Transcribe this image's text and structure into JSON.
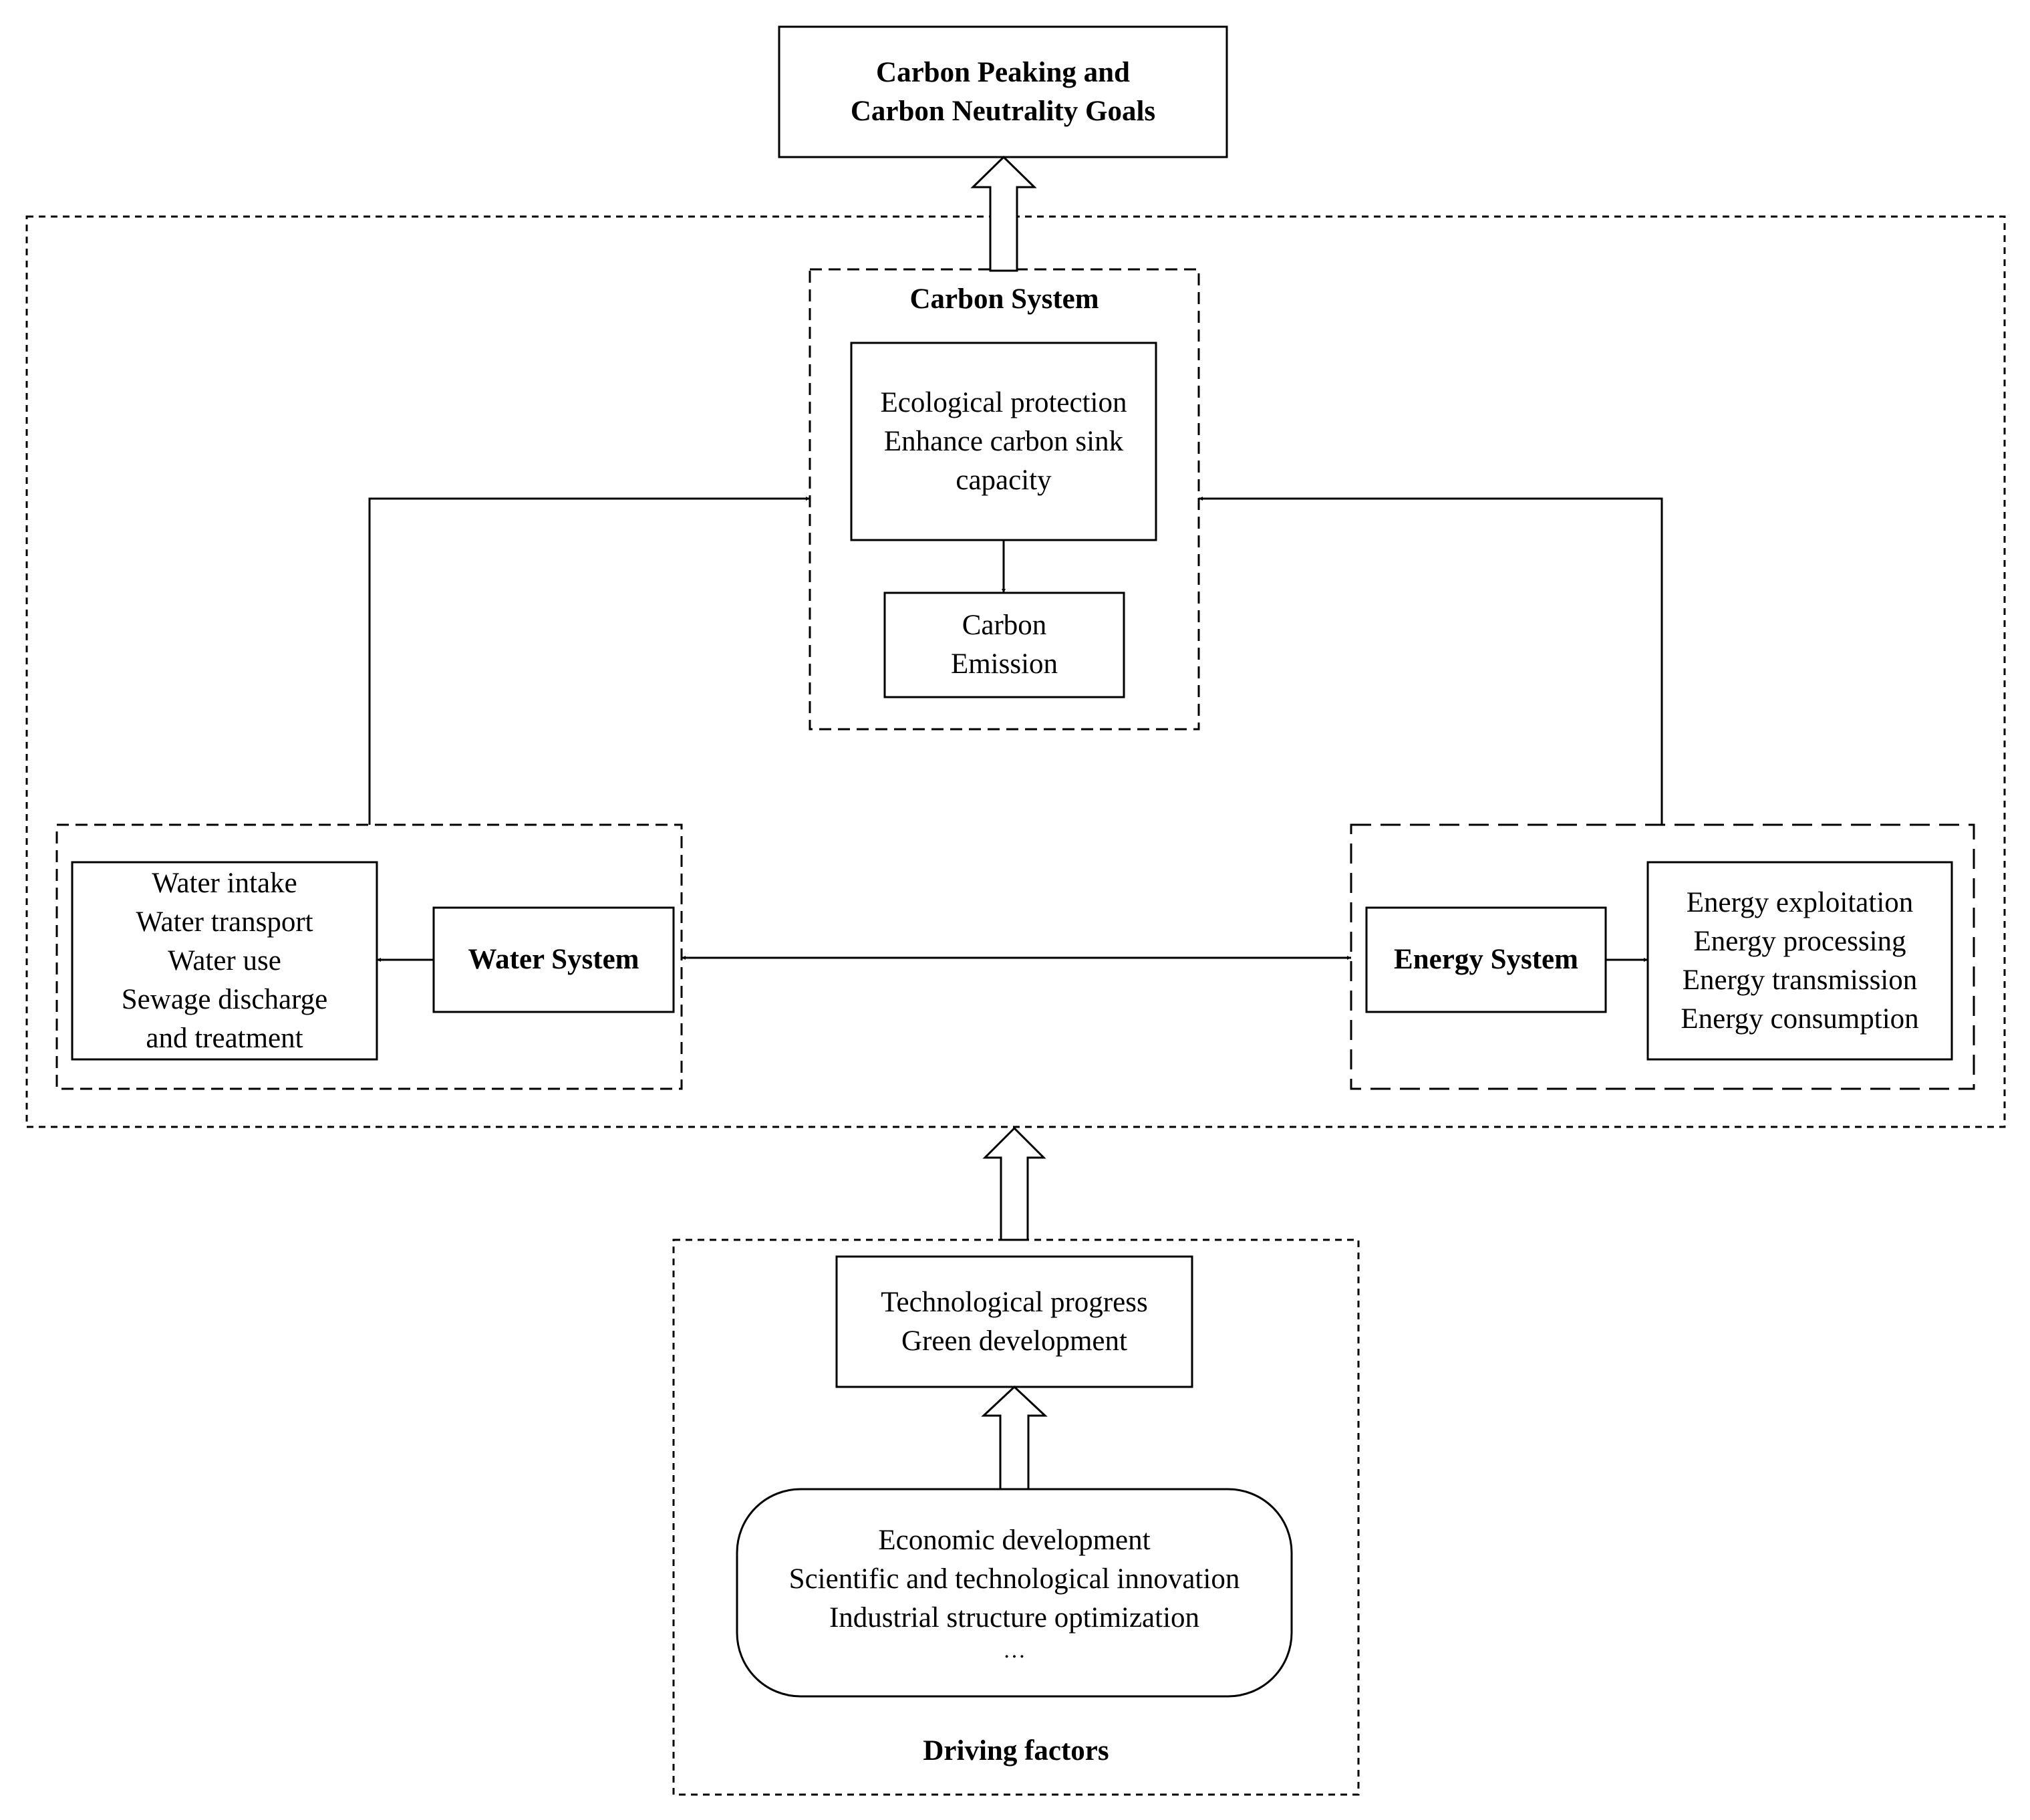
{
  "goal": {
    "lines": [
      "Carbon Peaking and",
      "Carbon Neutrality Goals"
    ]
  },
  "carbon_system": {
    "title": "Carbon System",
    "sink": [
      "Ecological protection",
      "Enhance carbon sink",
      "capacity"
    ],
    "emission": [
      "Carbon",
      "Emission"
    ]
  },
  "water_system": {
    "title": "Water System",
    "items": [
      "Water intake",
      "Water transport",
      "Water use",
      "Sewage discharge",
      "and treatment"
    ]
  },
  "energy_system": {
    "title": "Energy System",
    "items": [
      "Energy exploitation",
      "Energy processing",
      "Energy transmission",
      "Energy consumption"
    ]
  },
  "driving": {
    "title": "Driving factors",
    "mid": [
      "Technological progress",
      "Green development"
    ],
    "base": [
      "Economic development",
      "Scientific and technological innovation",
      "Industrial structure optimization"
    ],
    "ellipsis": "…"
  },
  "colors": {
    "stroke": "#000000",
    "background": "#ffffff"
  }
}
